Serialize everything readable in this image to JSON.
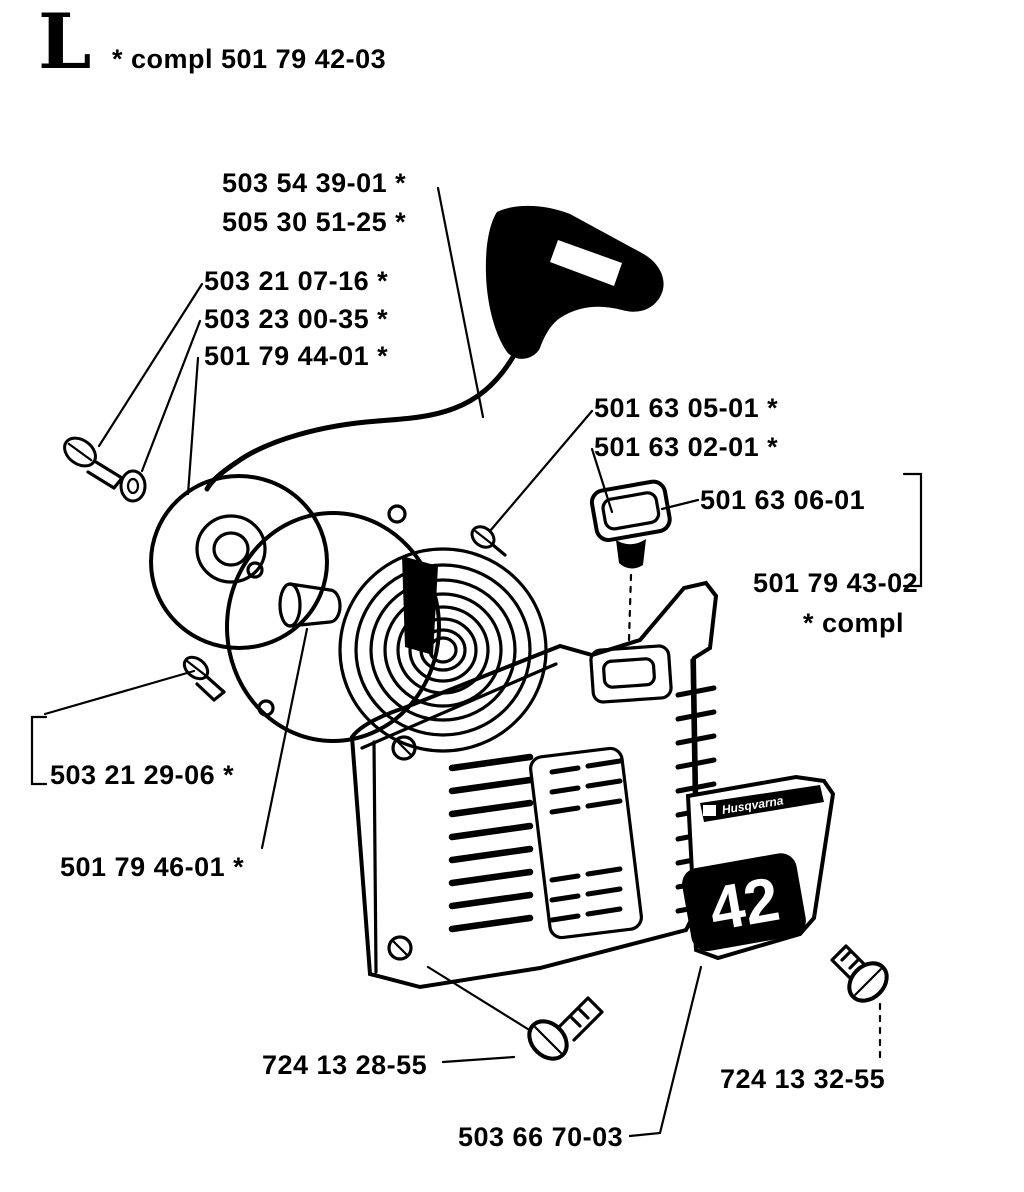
{
  "header": {
    "section_letter": "L",
    "assembly_note": "*  compl 501 79 42-03"
  },
  "part_labels": [
    {
      "text": "503 54 39-01  *"
    },
    {
      "text": "505 30 51-25  *"
    },
    {
      "text": "503 21 07-16  *"
    },
    {
      "text": "503 23 00-35  *"
    },
    {
      "text": "501 79 44-01  *"
    },
    {
      "text": "501 63 05-01  *"
    },
    {
      "text": "501 63 02-01  *"
    },
    {
      "text": "501 63 06-01"
    },
    {
      "text": "501 79 43-02"
    },
    {
      "text": "*  compl"
    },
    {
      "text": "503 21 29-06  *"
    },
    {
      "text": "501 79 46-01  *"
    },
    {
      "text": "724 13 28-55"
    },
    {
      "text": "724 13 32-55"
    },
    {
      "text": "503 66 70-03"
    }
  ],
  "cover_plate": {
    "brand": "Husqvarna",
    "model_number": "42"
  },
  "colors": {
    "ink": "#000000",
    "paper": "#ffffff"
  }
}
